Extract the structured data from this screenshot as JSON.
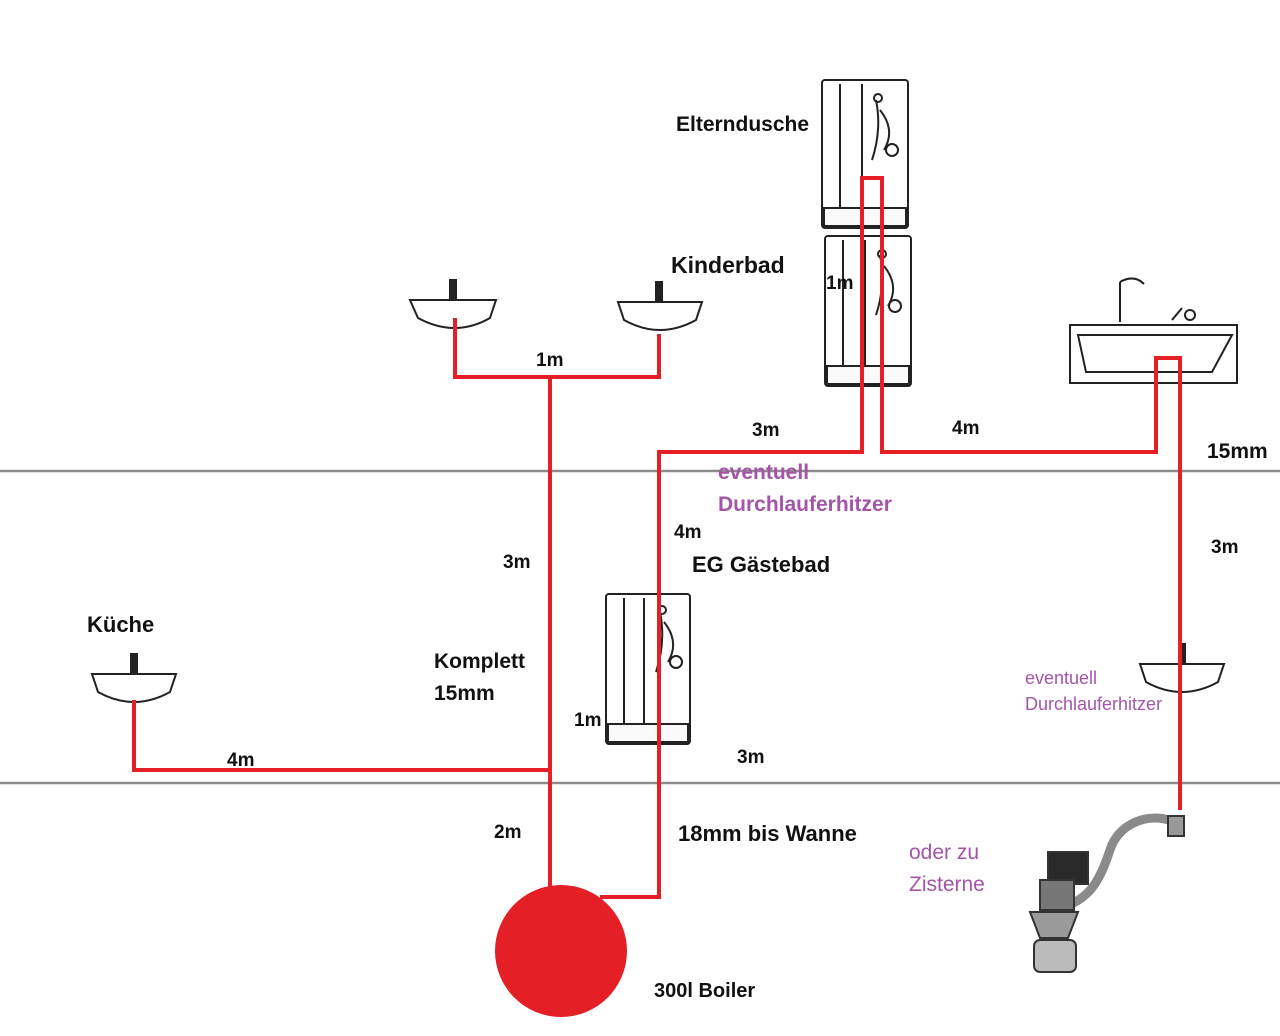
{
  "labels": {
    "elterndusche": "Elterndusche",
    "kinderbad": "Kinderbad",
    "kueche": "Küche",
    "eg_gaestebad": "EG Gästebad",
    "komplett_line1": "Komplett",
    "komplett_line2": "15mm",
    "boiler": "300l Boiler",
    "wanne_18mm": "18mm bis Wanne",
    "pipe_15mm_right": "15mm",
    "durchlauferhitzer_top_line1": "eventuell",
    "durchlauferhitzer_top_line2": "Durchlauferhitzer",
    "durchlauferhitzer_right_line1": "eventuell",
    "durchlauferhitzer_right_line2": "Durchlauferhitzer",
    "zisterne_line1": "oder zu",
    "zisterne_line2": "Zisterne"
  },
  "lengths": {
    "sinks_top": "1m",
    "dusche_stack": "1m",
    "to_dusche": "3m",
    "to_bath": "4m",
    "riser_left": "3m",
    "riser_middle": "4m",
    "right_drop": "3m",
    "gaestebad_branch": "1m",
    "gaestebad_bottom": "3m",
    "kueche_branch": "4m",
    "boiler_riser": "2m"
  },
  "colors": {
    "pipe": "#e41f26",
    "floor_line": "#8c8c8c",
    "fixture_stroke": "#222222",
    "note_purple": "#a455a8",
    "boiler": "#e41f26"
  },
  "icons": [
    "sink-icon",
    "shower-cabin-icon",
    "bathtub-icon",
    "boiler-tank-icon",
    "solenoid-valve-icon"
  ]
}
